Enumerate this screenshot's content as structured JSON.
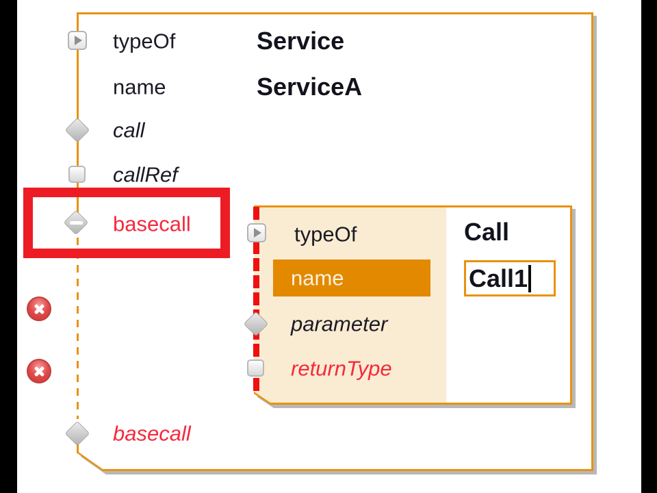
{
  "editor": {
    "background": "#ffffff",
    "letterbox_color": "#000000",
    "colors": {
      "node_border_orange": "#E8920F",
      "left_column_cream": "#FAECD2",
      "highlight_orange": "#E38900",
      "selection_red": "#ED1C24",
      "error_dash_red": "#EE1111",
      "error_text_red": "#F5293D",
      "label_text": "#1B1B26"
    }
  },
  "outer_node": {
    "rows": [
      {
        "icon": "expand-arrow",
        "label": "typeOf",
        "value": "Service"
      },
      {
        "icon": "none",
        "label": "name",
        "value": "ServiceA"
      },
      {
        "icon": "diamond",
        "label": "call"
      },
      {
        "icon": "square",
        "label": "callRef"
      },
      {
        "icon": "diamond-collapse",
        "label": "basecall",
        "selected": true
      },
      {
        "icon": "diamond",
        "label": "basecall",
        "error": true
      }
    ]
  },
  "inner_node": {
    "rows": [
      {
        "icon": "expand-arrow",
        "label": "typeOf",
        "value": "Call"
      },
      {
        "icon": "none",
        "label": "name",
        "value": "Call1",
        "editing": true,
        "highlighted": true
      },
      {
        "icon": "diamond",
        "label": "parameter"
      },
      {
        "icon": "square",
        "label": "returnType",
        "error": true
      }
    ]
  },
  "gutter": {
    "error_marker_count": 2,
    "error_marker_icon": "error-x-icon"
  }
}
